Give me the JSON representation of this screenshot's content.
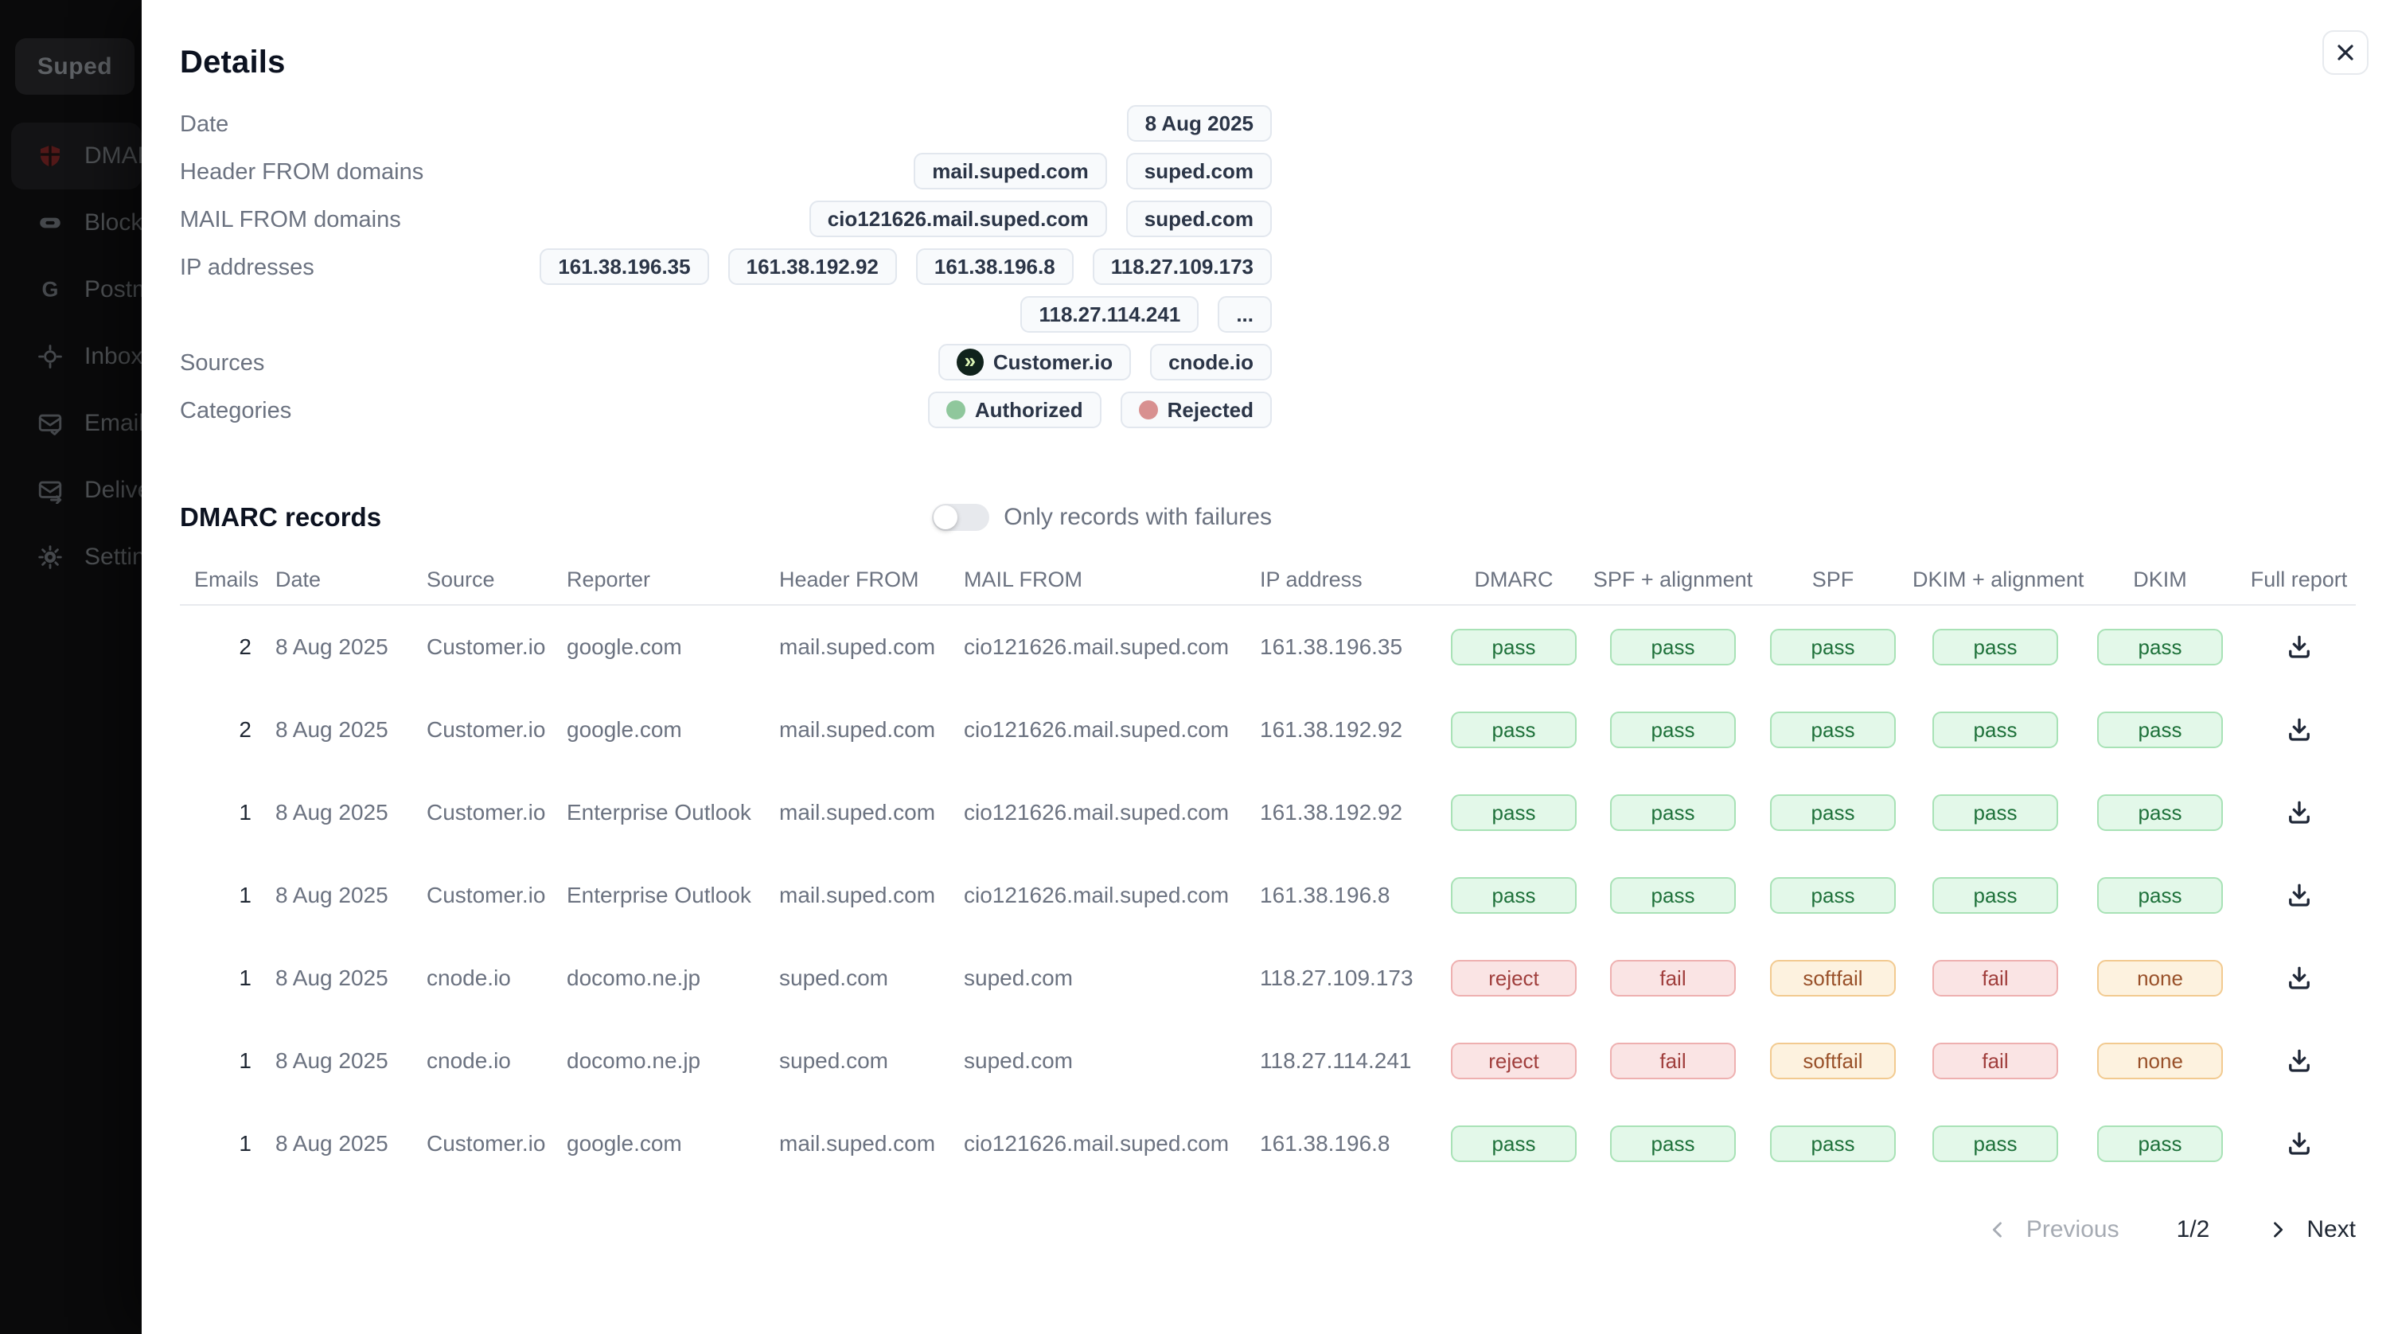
{
  "sidebar": {
    "logo": "Suped",
    "items": [
      {
        "label": "DMARC",
        "icon": "shield-icon",
        "active": true
      },
      {
        "label": "Blockl",
        "icon": "blocklist-icon",
        "active": false
      },
      {
        "label": "Postm",
        "icon": "google-postmaster-icon",
        "active": false
      },
      {
        "label": "Inbox",
        "icon": "crosshair-icon",
        "active": false
      },
      {
        "label": "Email",
        "icon": "mail-check-icon",
        "active": false
      },
      {
        "label": "Delive",
        "icon": "mail-arrow-icon",
        "active": false
      },
      {
        "label": "Settin",
        "icon": "gear-icon",
        "active": false
      }
    ]
  },
  "modal": {
    "title": "Details"
  },
  "details": {
    "rows": [
      {
        "label": "Date",
        "badges": [
          {
            "text": "8 Aug 2025"
          }
        ]
      },
      {
        "label": "Header FROM domains",
        "badges": [
          {
            "text": "mail.suped.com"
          },
          {
            "text": "suped.com"
          }
        ]
      },
      {
        "label": "MAIL FROM domains",
        "badges": [
          {
            "text": "cio121626.mail.suped.com"
          },
          {
            "text": "suped.com"
          }
        ]
      },
      {
        "label": "IP addresses",
        "badges": [
          {
            "text": "161.38.196.35"
          },
          {
            "text": "161.38.192.92"
          },
          {
            "text": "161.38.196.8"
          },
          {
            "text": "118.27.109.173"
          },
          {
            "text": "118.27.114.241"
          },
          {
            "text": "..."
          }
        ]
      },
      {
        "label": "Sources",
        "badges": [
          {
            "text": "Customer.io",
            "icon": "customerio-icon"
          },
          {
            "text": "cnode.io"
          }
        ]
      },
      {
        "label": "Categories",
        "badges": [
          {
            "text": "Authorized",
            "dot": "#8fc79c"
          },
          {
            "text": "Rejected",
            "dot": "#d89090"
          }
        ]
      }
    ]
  },
  "records": {
    "title": "DMARC records",
    "toggle_label": "Only records with failures",
    "toggle_on": false
  },
  "table": {
    "columns": [
      "Emails",
      "Date",
      "Source",
      "Reporter",
      "Header FROM",
      "MAIL FROM",
      "IP address",
      "DMARC",
      "SPF + alignment",
      "SPF",
      "DKIM + alignment",
      "DKIM",
      "Full report"
    ],
    "rows": [
      {
        "emails": "2",
        "date": "8 Aug 2025",
        "source": "Customer.io",
        "reporter": "google.com",
        "header_from": "mail.suped.com",
        "mail_from": "cio121626.mail.suped.com",
        "ip": "161.38.196.35",
        "dmarc": "pass",
        "spf_alignment": "pass",
        "spf": "pass",
        "dkim_alignment": "pass",
        "dkim": "pass"
      },
      {
        "emails": "2",
        "date": "8 Aug 2025",
        "source": "Customer.io",
        "reporter": "google.com",
        "header_from": "mail.suped.com",
        "mail_from": "cio121626.mail.suped.com",
        "ip": "161.38.192.92",
        "dmarc": "pass",
        "spf_alignment": "pass",
        "spf": "pass",
        "dkim_alignment": "pass",
        "dkim": "pass"
      },
      {
        "emails": "1",
        "date": "8 Aug 2025",
        "source": "Customer.io",
        "reporter": "Enterprise Outlook",
        "header_from": "mail.suped.com",
        "mail_from": "cio121626.mail.suped.com",
        "ip": "161.38.192.92",
        "dmarc": "pass",
        "spf_alignment": "pass",
        "spf": "pass",
        "dkim_alignment": "pass",
        "dkim": "pass"
      },
      {
        "emails": "1",
        "date": "8 Aug 2025",
        "source": "Customer.io",
        "reporter": "Enterprise Outlook",
        "header_from": "mail.suped.com",
        "mail_from": "cio121626.mail.suped.com",
        "ip": "161.38.196.8",
        "dmarc": "pass",
        "spf_alignment": "pass",
        "spf": "pass",
        "dkim_alignment": "pass",
        "dkim": "pass"
      },
      {
        "emails": "1",
        "date": "8 Aug 2025",
        "source": "cnode.io",
        "reporter": "docomo.ne.jp",
        "header_from": "suped.com",
        "mail_from": "suped.com",
        "ip": "118.27.109.173",
        "dmarc": "reject",
        "spf_alignment": "fail",
        "spf": "softfail",
        "dkim_alignment": "fail",
        "dkim": "none"
      },
      {
        "emails": "1",
        "date": "8 Aug 2025",
        "source": "cnode.io",
        "reporter": "docomo.ne.jp",
        "header_from": "suped.com",
        "mail_from": "suped.com",
        "ip": "118.27.114.241",
        "dmarc": "reject",
        "spf_alignment": "fail",
        "spf": "softfail",
        "dkim_alignment": "fail",
        "dkim": "none"
      },
      {
        "emails": "1",
        "date": "8 Aug 2025",
        "source": "Customer.io",
        "reporter": "google.com",
        "header_from": "mail.suped.com",
        "mail_from": "cio121626.mail.suped.com",
        "ip": "161.38.196.8",
        "dmarc": "pass",
        "spf_alignment": "pass",
        "spf": "pass",
        "dkim_alignment": "pass",
        "dkim": "pass"
      }
    ]
  },
  "pagination": {
    "previous_label": "Previous",
    "page_indicator": "1/2",
    "next_label": "Next"
  },
  "colors": {
    "status_pass_bg": "#e3f8e9",
    "status_pass_border": "#a8e2b6",
    "status_pass_text": "#1e713a",
    "status_fail_bg": "#fae4e4",
    "status_fail_border": "#eeb0b0",
    "status_fail_text": "#a03e3c",
    "status_soft_bg": "#fdf2df",
    "status_soft_border": "#f2ca90",
    "status_soft_text": "#99512a",
    "badge_bg": "#f8fafc",
    "badge_border": "#e2e7ee",
    "badge_text": "#2b3547",
    "authorized_dot": "#8fc79c",
    "rejected_dot": "#d89090",
    "dmarc_brand_red": "#521818"
  }
}
